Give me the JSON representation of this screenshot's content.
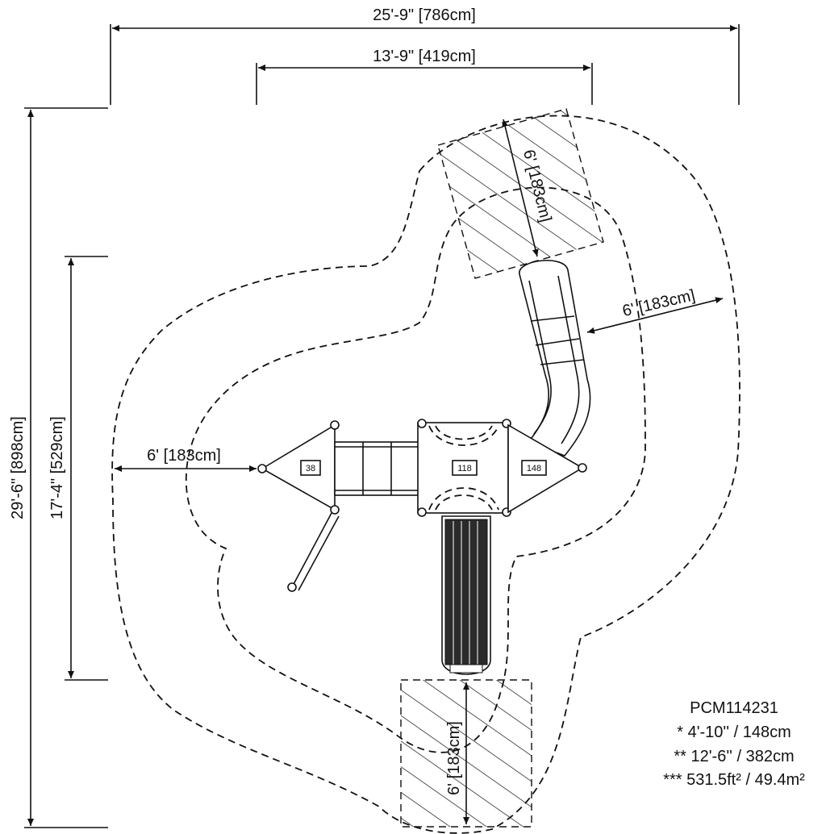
{
  "dimensions": {
    "overall_width": "25'-9\" [786cm]",
    "inner_width": "13'-9\" [419cm]",
    "overall_depth": "29'-6\" [898cm]",
    "inner_depth": "17'-4\" [529cm]",
    "zone_left": "6' [183cm]",
    "zone_right": "6' [183cm]",
    "zone_top": "6' [183cm]",
    "zone_bottom": "6' [183cm]"
  },
  "deck_tags": {
    "left": "38",
    "center": "118",
    "right": "148"
  },
  "notes": {
    "model": "PCM114231",
    "line1": "* 4'-10'' / 148cm",
    "line2": "** 12'-6'' / 382cm",
    "line3": "*** 531.5ft² / 49.4m²"
  }
}
